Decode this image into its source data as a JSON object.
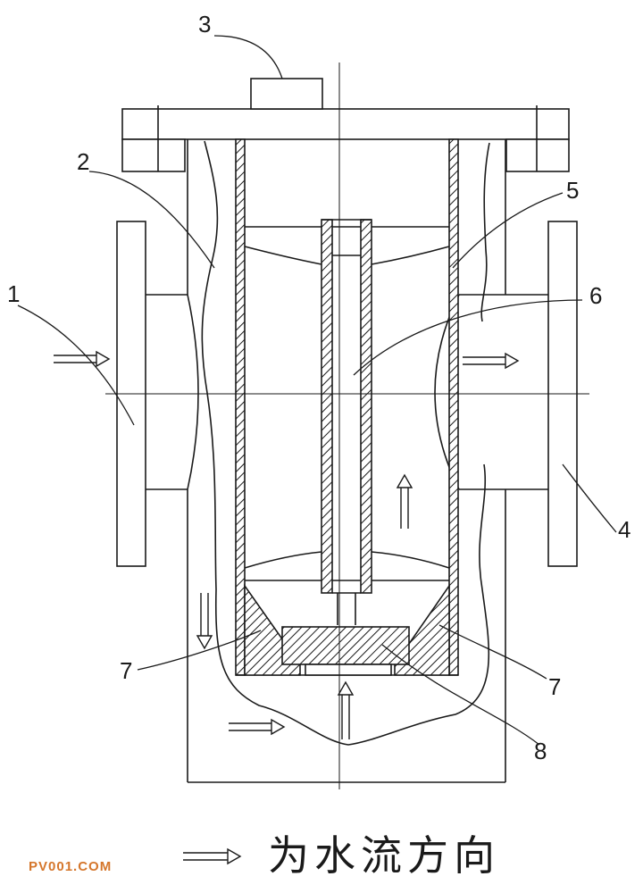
{
  "labels": {
    "n1": "1",
    "n2": "2",
    "n3": "3",
    "n4": "4",
    "n5": "5",
    "n6": "6",
    "n7_left": "7",
    "n7_right": "7",
    "n8": "8"
  },
  "legend": {
    "text": "为水流方向"
  },
  "watermark": "PV001.COM",
  "colors": {
    "line": "#1a1a1a",
    "watermark": "#d5762b"
  }
}
